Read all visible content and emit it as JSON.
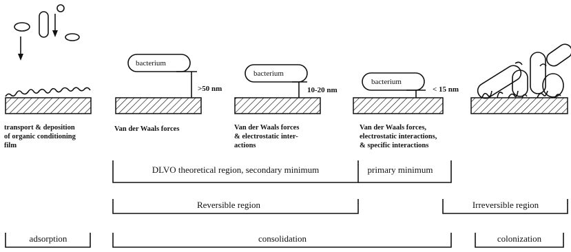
{
  "stages": [
    {
      "caption": [
        "transport & deposition",
        "of organic conditioning",
        "film"
      ]
    },
    {
      "bacterium": "bacterium",
      "distance": ">50 nm",
      "caption": [
        "Van der Waals forces"
      ]
    },
    {
      "bacterium": "bacterium",
      "distance": "10-20 nm",
      "caption": [
        "Van der Waals forces",
        "& electrostatic inter-",
        "actions"
      ]
    },
    {
      "bacterium": "bacterium",
      "distance": "< 15 nm",
      "caption": [
        "Van der Waals forces,",
        "electrostatic interactions,",
        "& specific interactions"
      ]
    }
  ],
  "regions": {
    "dlvo": "DLVO theoretical region, secondary minimum",
    "primary": "primary minimum",
    "reversible": "Reversible region",
    "irreversible": "Irreversible region"
  },
  "phases": {
    "adsorption": "adsorption",
    "consolidation": "consolidation",
    "colonization": "colonization"
  }
}
